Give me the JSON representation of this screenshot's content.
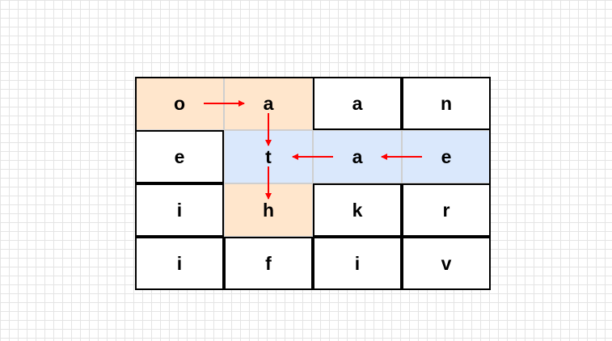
{
  "grid": {
    "rows": [
      [
        "o",
        "a",
        "a",
        "n"
      ],
      [
        "e",
        "t",
        "a",
        "e"
      ],
      [
        "i",
        "h",
        "k",
        "r"
      ],
      [
        "i",
        "f",
        "i",
        "v"
      ]
    ]
  },
  "paths": [
    {
      "name": "path-oath",
      "fill_color": "#ffe6cc",
      "cells": [
        [
          0,
          0
        ],
        [
          0,
          1
        ],
        [
          1,
          1
        ],
        [
          2,
          1
        ]
      ]
    },
    {
      "name": "path-eat",
      "fill_color": "#dae8fc",
      "cells": [
        [
          1,
          3
        ],
        [
          1,
          2
        ],
        [
          1,
          1
        ]
      ]
    }
  ],
  "arrow_color": "#ff0000",
  "border_color": "#000000"
}
